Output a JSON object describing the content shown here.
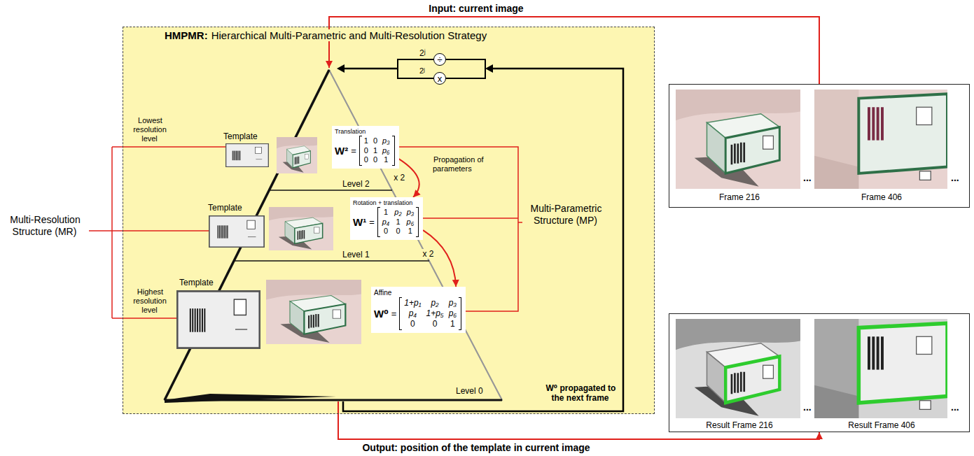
{
  "diagram": {
    "nodes": [
      {
        "text": [
          "HMPMR:",
          "Hierarchical Multi-Parametric and Multi-Resolution Strategy"
        ]
      },
      {
        "text": [
          "Translation",
          "W²",
          "=",
          "1",
          "0",
          "p₃",
          "0",
          "1",
          "p₆",
          "0",
          "0",
          "1"
        ],
        "in": 0
      },
      {
        "text": [
          "Rotation + translation",
          "W¹",
          "=",
          "1",
          "p₂",
          "p₃",
          "p₄",
          "1",
          "p₆",
          "0",
          "0",
          "1"
        ],
        "in": 0
      },
      {
        "text": [
          "Affine",
          "W⁰",
          "=",
          "1+p₁",
          "p₂",
          "p₃",
          "p₄",
          "1+p₅",
          "p₆",
          "0",
          "0",
          "1"
        ],
        "in": 0
      },
      {
        "text": [
          "÷"
        ],
        "in": 0
      },
      {
        "text": [
          "x"
        ],
        "in": 0
      },
      {
        "text": [
          "Frame 216",
          "...",
          "Frame 406",
          "..."
        ]
      },
      {
        "text": [
          "Result Frame 216",
          "...",
          "Result Frame 406",
          "..."
        ]
      }
    ],
    "edges": [
      {
        "from": 6,
        "to": 0,
        "arrow": "to",
        "label": "Input: current image"
      },
      {
        "from": 0,
        "to": 7,
        "arrow": "to",
        "label": "Output: position of the template in current image"
      },
      {
        "from": 1,
        "to": 2,
        "arrow": "to",
        "label": "x 2"
      },
      {
        "from": 2,
        "to": 3,
        "arrow": "to",
        "label": "x 2"
      }
    ],
    "labels": [
      "Propagation of parameters",
      "Multi-Resolution Structure (MR)",
      "Lowest resolution level",
      "Highest resolution level",
      "Template",
      "Template",
      "Template",
      "Level 2",
      "Level 1",
      "Level 0",
      "Multi-Parametric Structure (MP)",
      "2ʲ",
      "2ʲ",
      "W⁰ propagated to the next frame"
    ]
  }
}
